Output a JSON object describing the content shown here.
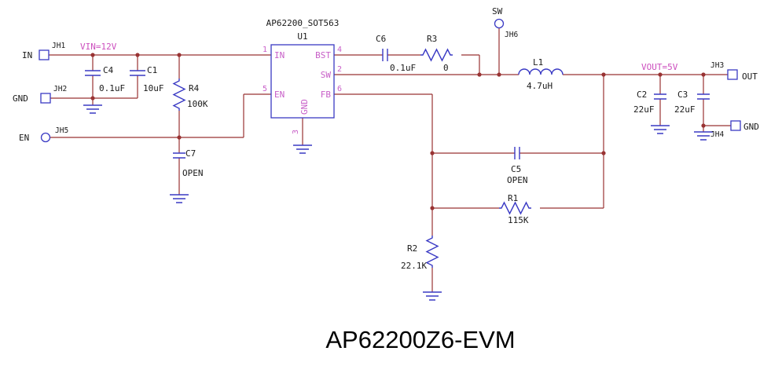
{
  "title": "AP62200Z6-EVM",
  "colors": {
    "wire": "#993333",
    "symbol": "#3A3AC4",
    "pin_label": "#C85FC8",
    "net_label": "#CC4FBE",
    "text": "#1a1a1a"
  },
  "ic": {
    "part": "AP62200_SOT563",
    "refdes": "U1",
    "pins": {
      "in": {
        "num": "1",
        "label": "IN"
      },
      "en": {
        "num": "5",
        "label": "EN"
      },
      "bst": {
        "num": "4",
        "label": "BST"
      },
      "sw": {
        "num": "2",
        "label": "SW"
      },
      "fb": {
        "num": "6",
        "label": "FB"
      },
      "gnd": {
        "num": "3",
        "label": "GND"
      }
    }
  },
  "nets": {
    "vin": "VIN=12V",
    "vout": "VOUT=5V"
  },
  "connectors": {
    "jh1": {
      "refdes": "JH1",
      "port": "IN"
    },
    "jh2": {
      "refdes": "JH2",
      "port": "GND"
    },
    "jh3": {
      "refdes": "JH3",
      "port": "OUT"
    },
    "jh4": {
      "refdes": "JH4",
      "port": "GND"
    },
    "jh5": {
      "refdes": "JH5",
      "port": "EN"
    },
    "jh6": {
      "refdes": "JH6",
      "port": "SW"
    }
  },
  "components": {
    "c1": {
      "refdes": "C1",
      "value": "10uF"
    },
    "c2": {
      "refdes": "C2",
      "value": "22uF"
    },
    "c3": {
      "refdes": "C3",
      "value": "22uF"
    },
    "c4": {
      "refdes": "C4",
      "value": "0.1uF"
    },
    "c5": {
      "refdes": "C5",
      "value": "OPEN"
    },
    "c6": {
      "refdes": "C6",
      "value": "0.1uF"
    },
    "c7": {
      "refdes": "C7",
      "value": "OPEN"
    },
    "r1": {
      "refdes": "R1",
      "value": "115K"
    },
    "r2": {
      "refdes": "R2",
      "value": "22.1K"
    },
    "r3": {
      "refdes": "R3",
      "value": "0"
    },
    "r4": {
      "refdes": "R4",
      "value": "100K"
    },
    "l1": {
      "refdes": "L1",
      "value": "4.7uH"
    }
  }
}
